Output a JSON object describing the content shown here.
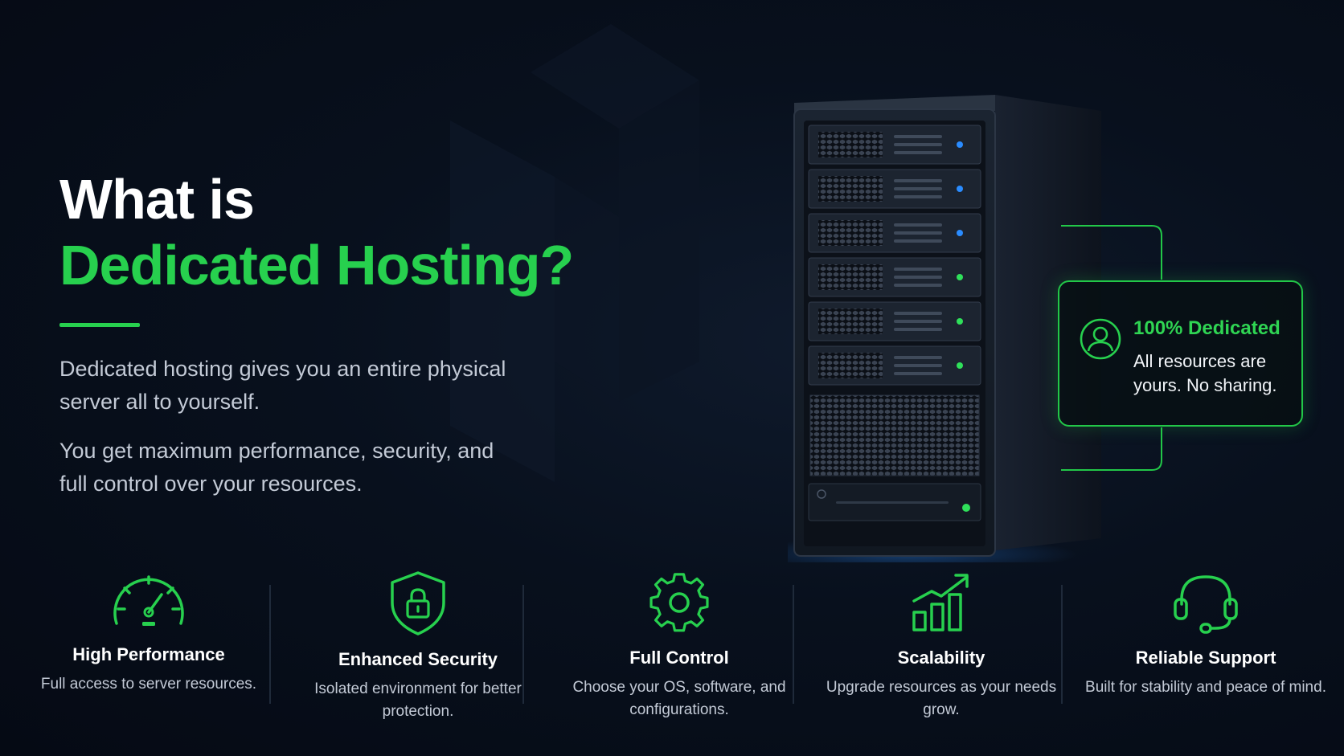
{
  "hero": {
    "title_line1": "What is",
    "title_line2": "Dedicated Hosting?",
    "paragraph1": "Dedicated hosting gives you an entire physical server all to yourself.",
    "paragraph2": "You get maximum performance, security, and full control over your resources."
  },
  "callout": {
    "icon": "user-circle-icon",
    "title": "100% Dedicated",
    "text": "All resources are yours. No sharing."
  },
  "features": [
    {
      "icon": "speedometer-icon",
      "title": "High Performance",
      "desc": "Full access to server resources."
    },
    {
      "icon": "shield-lock-icon",
      "title": "Enhanced Security",
      "desc": "Isolated environment for better protection."
    },
    {
      "icon": "gear-icon",
      "title": "Full Control",
      "desc": "Choose your OS, software, and configurations."
    },
    {
      "icon": "bar-chart-growth-icon",
      "title": "Scalability",
      "desc": "Upgrade resources as your needs grow."
    },
    {
      "icon": "headset-icon",
      "title": "Reliable Support",
      "desc": "Built for stability and peace of mind."
    }
  ],
  "colors": {
    "accent_green": "#27d04e",
    "background": "#070d18",
    "led_blue": "#2a8cff",
    "led_green": "#2fe05a"
  }
}
